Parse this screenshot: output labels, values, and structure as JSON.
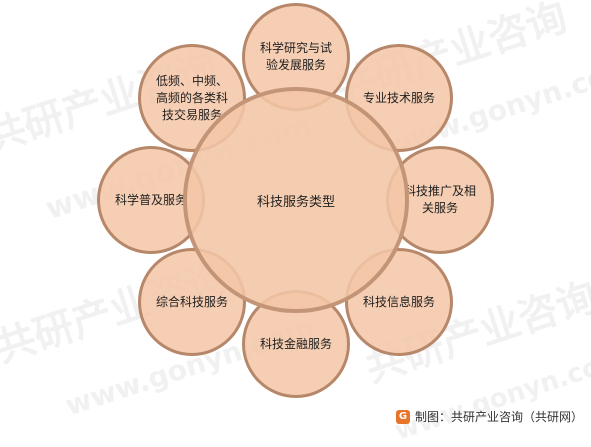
{
  "diagram": {
    "center": "科技服务类型",
    "nodes": [
      {
        "id": "research",
        "label": "科学研究与试验发展服务"
      },
      {
        "id": "professional",
        "label": "专业技术服务"
      },
      {
        "id": "promotion",
        "label": "科技推广及相关服务"
      },
      {
        "id": "info",
        "label": "科技信息服务"
      },
      {
        "id": "finance",
        "label": "科技金融服务"
      },
      {
        "id": "comprehensive",
        "label": "综合科技服务"
      },
      {
        "id": "popularization",
        "label": "科学普及服务"
      },
      {
        "id": "trading",
        "label": "低频、中频、高频的各类科技交易服务"
      }
    ]
  },
  "credit": {
    "logo_glyph": "G",
    "text": "制图：共研产业咨询（共研网）"
  },
  "watermark": {
    "brand": "共研产业咨询",
    "url": "www.gonyn.com"
  },
  "colors": {
    "fill": "#f3c6a6",
    "stroke": "#c39576"
  }
}
